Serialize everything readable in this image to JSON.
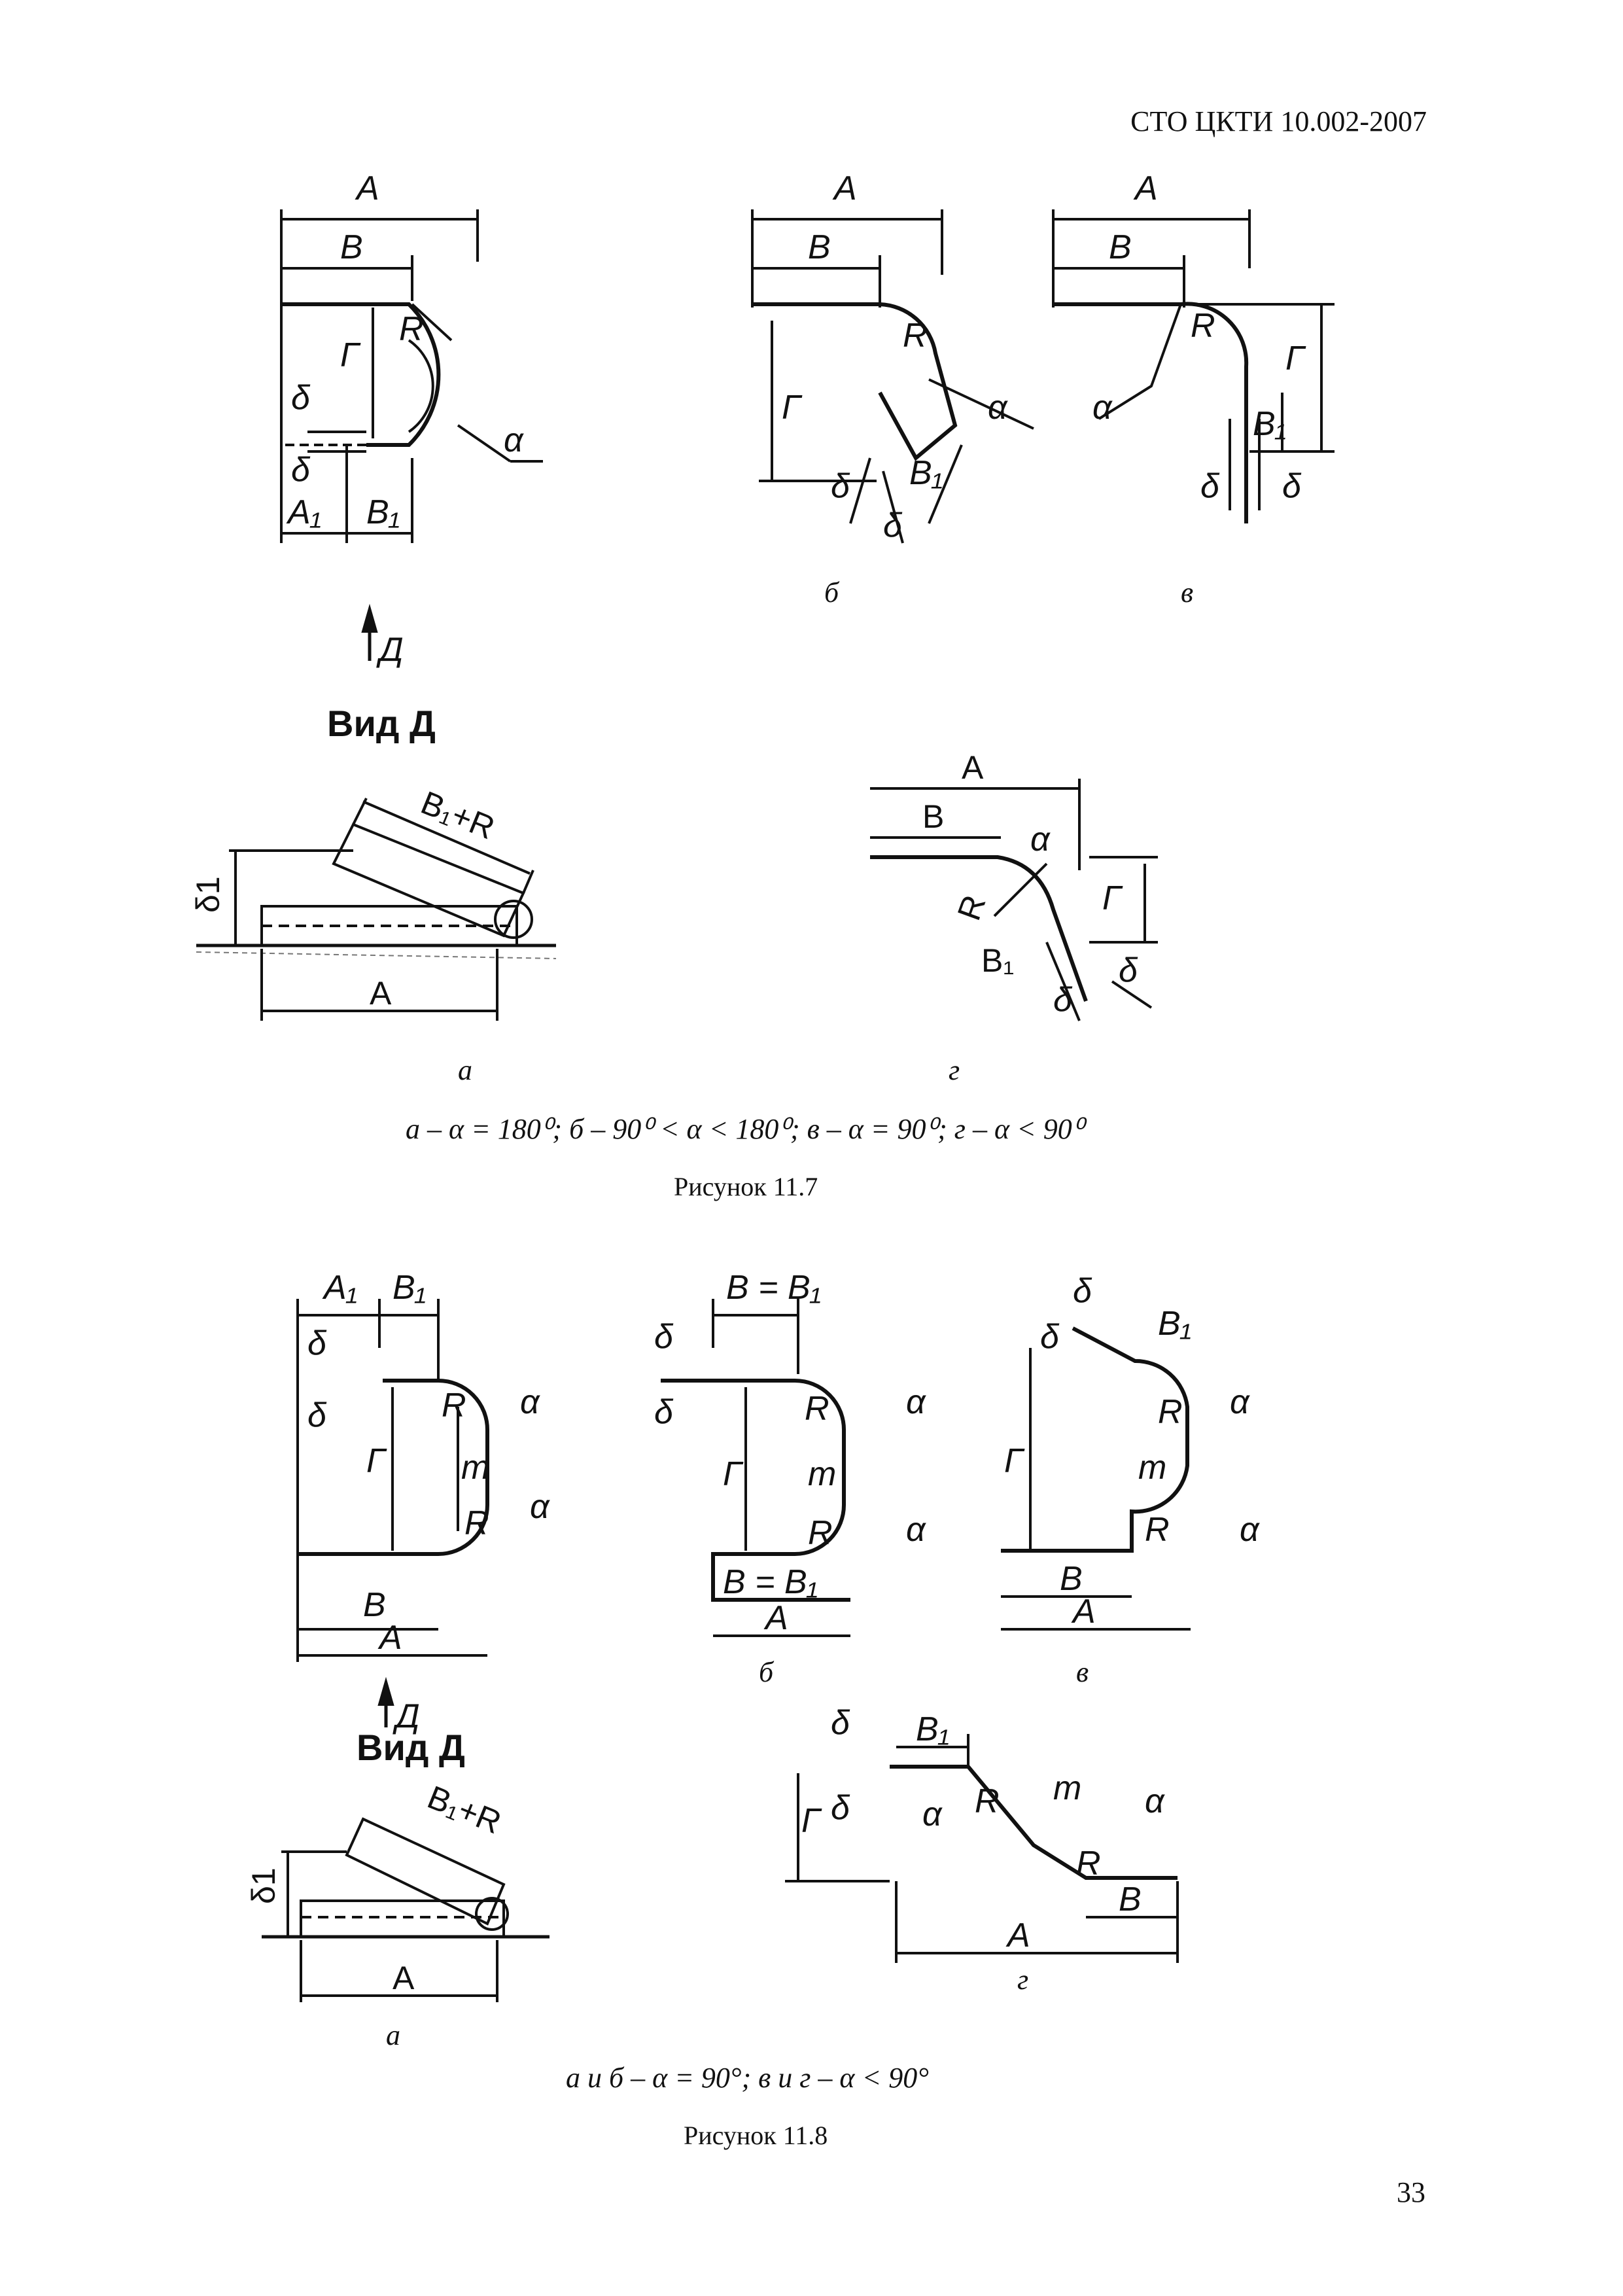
{
  "header": {
    "doc_code": "СТО ЦКТИ 10.002-2007"
  },
  "page_number": "33",
  "figure_11_7": {
    "caption": "Рисунок 11.7",
    "formula": "а – α = 180⁰; б – 90⁰ < α < 180⁰; в – α = 90⁰; г – α < 90⁰",
    "view_label": "Вид Д",
    "view_arrow": "Д",
    "sublabels": [
      "а",
      "б",
      "в",
      "г"
    ],
    "dims": {
      "A": "А",
      "B": "В",
      "G": "Г",
      "R": "R",
      "alpha": "α",
      "delta": "δ",
      "A1": "А₁",
      "B1": "В₁",
      "delta1": "δ1",
      "B1R": "В₁+R",
      "B_plain": "В",
      "A_plain": "А",
      "B1_plain": "В₁"
    }
  },
  "figure_11_8": {
    "caption": "Рисунок 11.8",
    "formula": "а и б – α = 90°; в и г – α < 90°",
    "view_label": "Вид Д",
    "view_arrow": "Д",
    "sublabels": [
      "а",
      "б",
      "в",
      "г"
    ],
    "dims": {
      "A": "А",
      "B": "В",
      "G": "Г",
      "R": "R",
      "alpha": "α",
      "delta": "δ",
      "A1": "А₁",
      "B1": "В₁",
      "m": "m",
      "B_eq_B1": "В = В₁",
      "delta1": "δ1",
      "B1R": "В₁+R"
    }
  }
}
